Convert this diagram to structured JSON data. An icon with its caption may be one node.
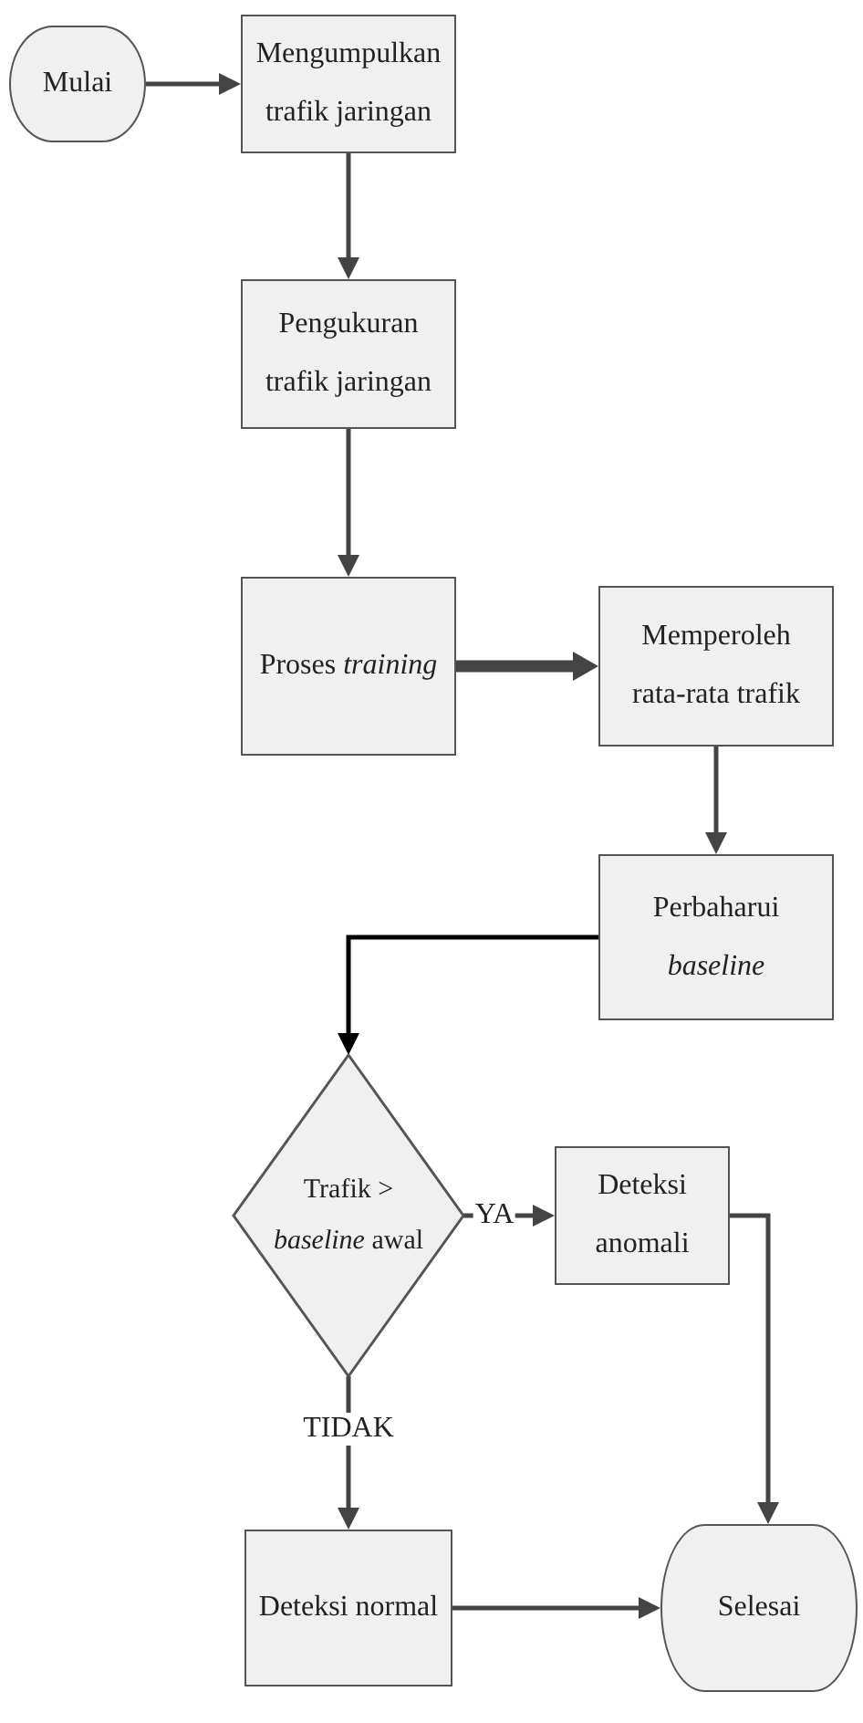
{
  "diagram": {
    "nodes": [
      {
        "text": [
          "Mulai"
        ]
      },
      {
        "text": [
          "Mengumpulkan trafik jaringan"
        ]
      },
      {
        "text": [
          "Pengukuran trafik jaringan"
        ]
      },
      {
        "text": [
          "Proses *training*"
        ]
      },
      {
        "text": [
          "Memperoleh rata-rata trafik"
        ]
      },
      {
        "text": [
          "Perbaharui *baseline*"
        ]
      },
      {
        "text": [
          "Trafik > *baseline* awal"
        ]
      },
      {
        "text": [
          "Deteksi anomali"
        ]
      },
      {
        "text": [
          "Deteksi normal"
        ]
      },
      {
        "text": [
          "Selesai"
        ]
      }
    ],
    "edges": [
      {
        "from": 0,
        "to": 1,
        "arrow": "to"
      },
      {
        "from": 1,
        "to": 2,
        "arrow": "to"
      },
      {
        "from": 2,
        "to": 3,
        "arrow": "to"
      },
      {
        "from": 3,
        "to": 4,
        "arrow": "to",
        "style": "thick"
      },
      {
        "from": 4,
        "to": 5,
        "arrow": "to"
      },
      {
        "from": 5,
        "to": 6,
        "arrow": "to",
        "color": "#000000"
      },
      {
        "from": 6,
        "to": 7,
        "arrow": "to",
        "label": "YA"
      },
      {
        "from": 6,
        "to": 8,
        "arrow": "to",
        "label": "TIDAK"
      },
      {
        "from": 7,
        "to": 9,
        "arrow": "to"
      },
      {
        "from": 8,
        "to": 9,
        "arrow": "to"
      }
    ]
  }
}
